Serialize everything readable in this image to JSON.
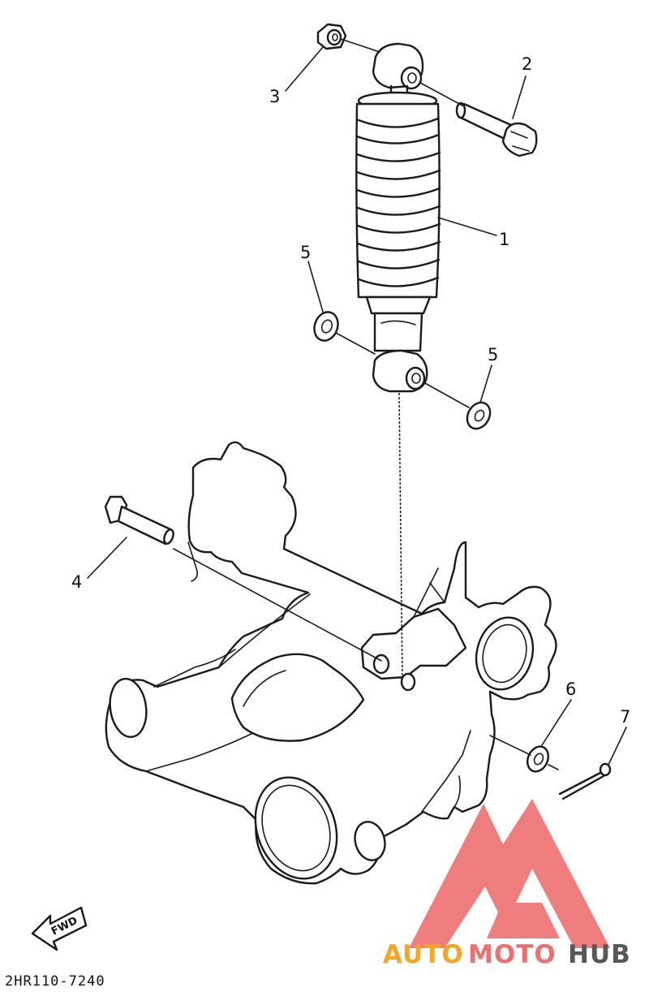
{
  "callouts": {
    "c1": "1",
    "c2": "2",
    "c3": "3",
    "c4": "4",
    "c5a": "5",
    "c5b": "5",
    "c6": "6",
    "c7": "7"
  },
  "fwd_label": "FWD",
  "diagram_code": "2HR110-7240",
  "watermark": {
    "part1": "AUTO",
    "part2": "MOTO",
    "part3": "HUB",
    "color_orange": "#f6a623",
    "color_red": "#ee6f6f",
    "color_dark": "#585858"
  }
}
